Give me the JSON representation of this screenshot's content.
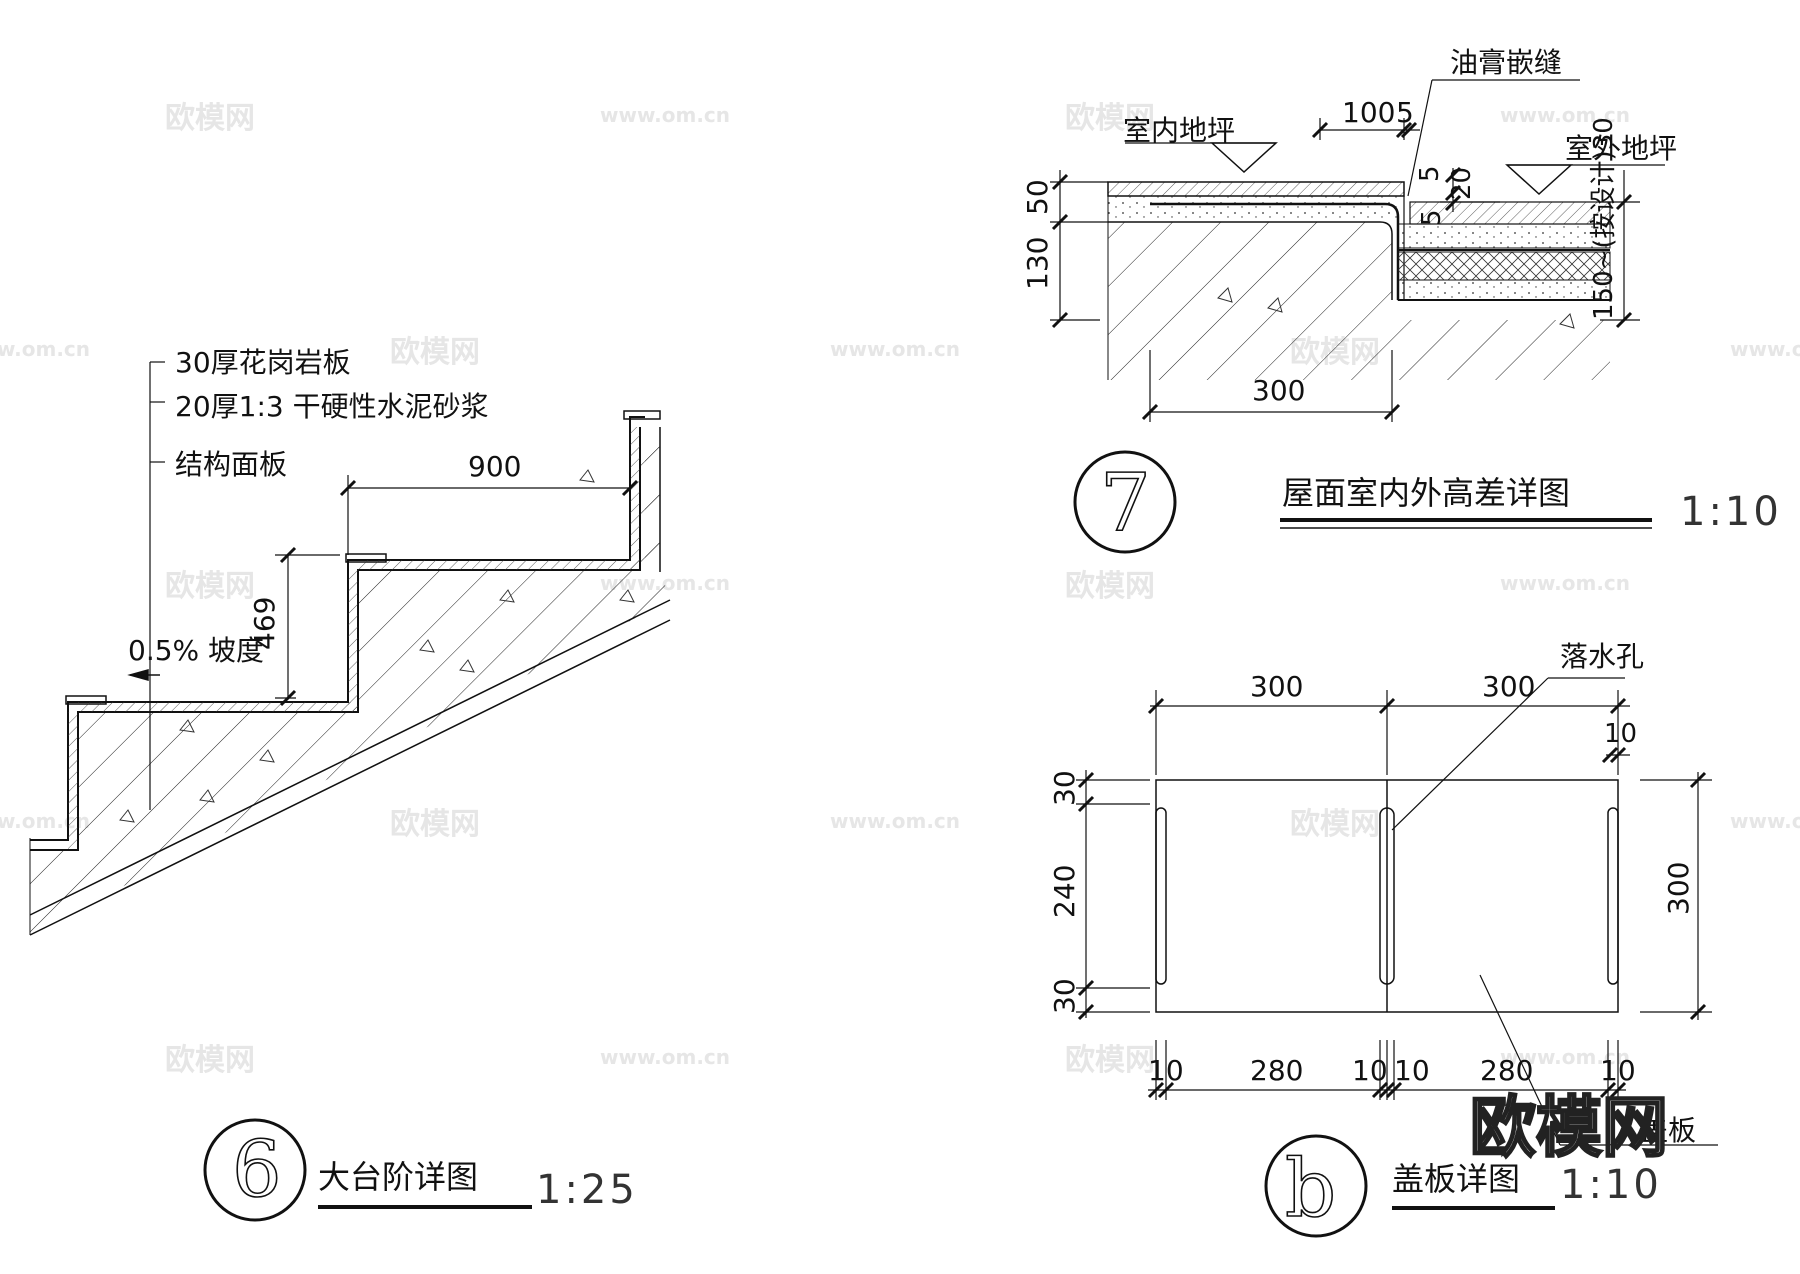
{
  "watermark": {
    "cn": "欧模网",
    "url": "www.om.cn",
    "logo": "欧模网"
  },
  "detail6": {
    "number": "6",
    "title": "大台阶详图",
    "scale": "1:25",
    "notes": [
      "30厚花岗岩板",
      "20厚1:3 干硬性水泥砂浆",
      "结构面板"
    ],
    "dim_tread": "900",
    "dim_riser": "469",
    "slope": "0.5% 坡度"
  },
  "detail7": {
    "number": "7",
    "title": "屋面室内外高差详图",
    "scale": "1:10",
    "label_indoor": "室内地坪",
    "label_outdoor": "室外地坪",
    "label_seal": "油膏嵌缝",
    "dim_100": "100",
    "dim_5a": "5",
    "dim_5b": "5",
    "dim_20": "20",
    "dim_5c": "5",
    "dim_50": "50",
    "dim_130": "130",
    "dim_right": "150~(按设计)30",
    "dim_300": "300"
  },
  "detail_b": {
    "number": "b",
    "title": "盖板详图",
    "scale": "1:10",
    "label_hole": "落水孔",
    "label_plate": "盖板",
    "top_dims": [
      "300",
      "300"
    ],
    "dim_10_top": "10",
    "left_dims": [
      "30",
      "240",
      "30"
    ],
    "right_dim": "300",
    "bottom_dims": [
      "10",
      "280",
      "10",
      "10",
      "280",
      "10"
    ]
  }
}
